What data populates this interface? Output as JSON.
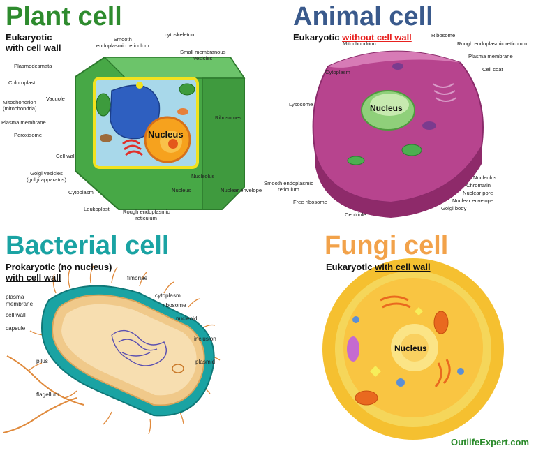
{
  "plant": {
    "title": "Plant cell",
    "sub_line1": "Eukaryotic",
    "sub_line2": "with cell wall",
    "nucleus": "Nucleus",
    "labels": {
      "plasmodesmata": "Plasmodesmata",
      "chloroplast": "Chloroplast",
      "vacuole": "Vacuole",
      "mitochondrion": "Mitochondrion\n(mitochondria)",
      "plasma_membrane": "Plasma membrane",
      "peroxisome": "Peroxisome",
      "cell_wall": "Cell wall",
      "golgi_vesicles": "Golgi vesicles\n(golgi apparatus)",
      "cytoplasm": "Cytoplasm",
      "leukoplast": "Leukoplast",
      "rough_er": "Rough endoplasmic\nreticulum",
      "smooth_er": "Smooth\nendoplasmic reticulum",
      "cytoskeleton": "cytoskeleton",
      "small_vesicles": "Small membranous\nvesicles",
      "ribosomes": "Ribosomes",
      "nucleolus": "Nucleolus",
      "nucleus_lbl": "Nucleus",
      "nuclear_envelope": "Nuclear envelope"
    }
  },
  "animal": {
    "title": "Animal cell",
    "sub_prefix": "Eukaryotic",
    "sub_red": "without cell wall",
    "nucleus": "Nucleus",
    "labels": {
      "ribosome": "Ribosome",
      "rough_er": "Rough endoplasmic reticulum",
      "mitochondrion": "Mitochondrion",
      "plasma_membrane": "Plasma membrane",
      "cell_coat": "Cell coat",
      "cytoplasm": "Cytoplasm",
      "lysosome": "Lysosome",
      "smooth_er": "Smooth endoplasmic\nreticulum",
      "free_ribosome": "Free ribosome",
      "centriole": "Centriole",
      "nucleolus": "Nucleolus",
      "chromatin": "Chromatin",
      "nuclear_pore": "Nuclear pore",
      "nuclear_envelope": "Nuclear envelope",
      "golgi_body": "Golgi body"
    }
  },
  "bacterial": {
    "title": "Bacterial cell",
    "sub_line1": "Prokaryotic (no nucleus)",
    "sub_line2": "with cell wall",
    "labels": {
      "fimbriae": "fimbriae",
      "plasma_membrane": "plasma\nmembrane",
      "cell_wall": "cell wall",
      "capsule": "capsule",
      "pilus": "pilus",
      "flagellum": "flagellum",
      "cytoplasm": "cytoplasm",
      "ribosome": "ribosome",
      "nucleoid": "nucleoid",
      "inclusion": "inclusion",
      "plasmid": "plasmid"
    }
  },
  "fungi": {
    "title": "Fungi cell",
    "sub_prefix": "Eukaryotic",
    "sub_underlined": "with cell wall",
    "nucleus": "Nucleus"
  },
  "footer": "OutlifeExpert.com",
  "colors": {
    "plant_title": "#2e8b2e",
    "animal_title": "#3a5a8c",
    "bacterial_title": "#1aa3a3",
    "fungi_title": "#f2a24a",
    "highlight_red": "#e8211f"
  }
}
